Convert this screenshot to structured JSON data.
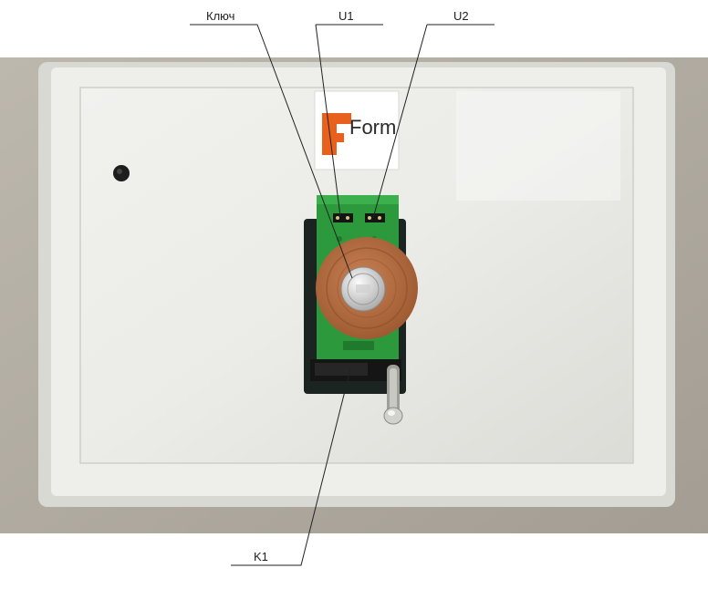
{
  "callouts": {
    "key": "Ключ",
    "u1": "U1",
    "u2": "U2",
    "k1": "K1"
  },
  "logo": {
    "text": "Form",
    "accent_color": "#e8601c"
  },
  "colors": {
    "pcb_green": "#2c9a3c",
    "disc_brown": "#b66a3c",
    "enclosure": "#e7e7e2",
    "background_grey": "#b2ada3"
  },
  "icons": [
    "button-icon",
    "toggle-switch-icon",
    "transistor-icon",
    "potentiometer-disc-icon"
  ]
}
